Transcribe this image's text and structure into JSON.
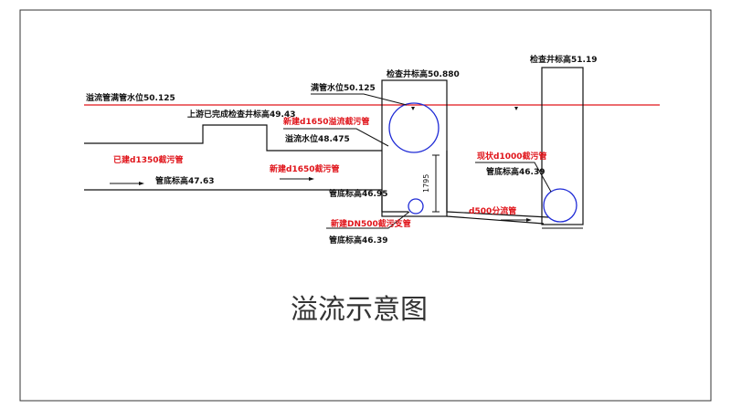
{
  "title": "溢流示意图",
  "labels": {
    "full_pipe_level": "溢流管满管水位50.125",
    "upstream_manhole": "上游已完成检查井标高49.43",
    "existing_d1350": "已建d1350截污管",
    "invert_47_63": "管底标高47.63",
    "full_pipe_water_level": "满管水位50.125",
    "manhole_50_880": "检查井标高50.880",
    "new_d1650_overflow": "新建d1650溢流截污管",
    "overflow_level": "溢流水位48.475",
    "new_d1650": "新建d1650截污管",
    "invert_46_95": "管底标高46.95",
    "dim_1795": "1795",
    "new_dn500": "新建DN500截污支管",
    "invert_46_39_a": "管底标高46.39",
    "d500_branch": "d500分流管",
    "existing_d1000": "现状d1000截污管",
    "invert_46_39_b": "管底标高46.39",
    "manhole_51_19": "检查井标高51.19"
  },
  "colors": {
    "line": "#111111",
    "red": "#e0151b",
    "blue": "#1f2bd6",
    "water_line": "#e0151b"
  }
}
